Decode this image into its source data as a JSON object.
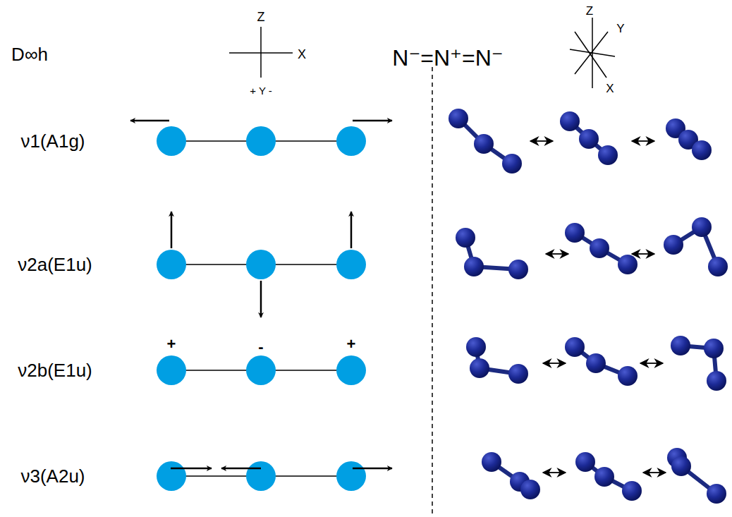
{
  "diagram": {
    "labels": [
      "D∞h",
      "Z",
      "X",
      "+ Y -",
      "N⁻=N⁺=N⁻",
      "Z",
      "Y",
      "X",
      "ν1(A1g)",
      "ν2a(E1u)",
      "ν2b(E1u)",
      "ν3(A2u)",
      "+",
      "-",
      "+"
    ]
  }
}
